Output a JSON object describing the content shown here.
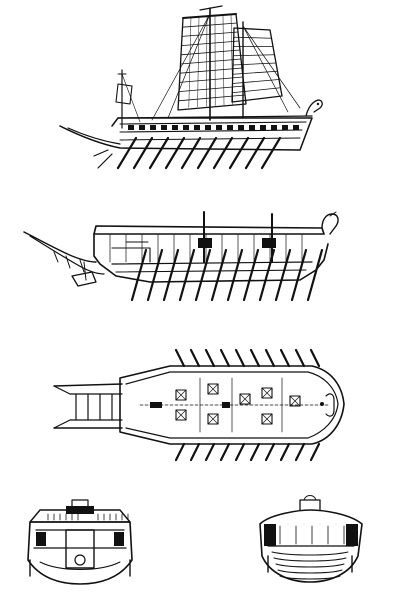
{
  "figure": {
    "views": [
      {
        "id": "side-elevation"
      },
      {
        "id": "longitudinal-section"
      },
      {
        "id": "deck-plan"
      },
      {
        "id": "stern-elevation"
      },
      {
        "id": "bow-elevation"
      }
    ],
    "ink_color": "#111111",
    "paper_color": "#ffffff"
  }
}
